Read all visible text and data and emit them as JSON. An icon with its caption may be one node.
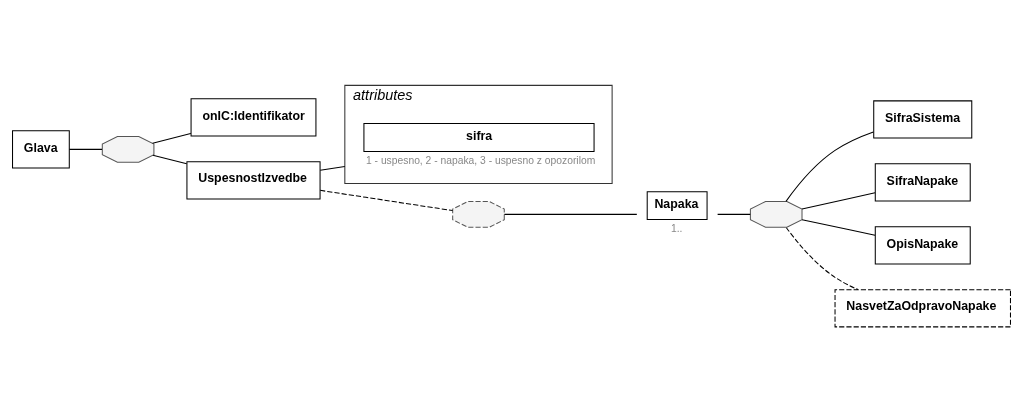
{
  "diagram": {
    "nodes": [
      {
        "text": [
          "Glava"
        ]
      },
      {
        "text": [],
        "shape": "octagon"
      },
      {
        "text": [
          "onIC:Identifikator"
        ]
      },
      {
        "text": [
          "UspesnostIzvedbe"
        ]
      },
      {
        "text": [
          "attributes"
        ]
      },
      {
        "text": [
          "sifra"
        ],
        "in": 4,
        "beside": [
          "1 - uspesno, 2 - napaka, 3 - uspesno z opozorilom"
        ]
      },
      {
        "text": [],
        "shape": "octagon"
      },
      {
        "text": [
          "Napaka"
        ],
        "beside": [
          "1.."
        ]
      },
      {
        "text": [],
        "shape": "octagon"
      },
      {
        "text": [
          "SifraSistema"
        ]
      },
      {
        "text": [
          "SifraNapake"
        ]
      },
      {
        "text": [
          "OpisNapake"
        ]
      },
      {
        "text": [
          "NasvetZaOdpravoNapake"
        ]
      }
    ],
    "edges": [
      {
        "from": 0,
        "to": 1,
        "arrow": "none"
      },
      {
        "from": 1,
        "to": 2,
        "arrow": "none"
      },
      {
        "from": 1,
        "to": 3,
        "arrow": "none"
      },
      {
        "from": 3,
        "to": 4,
        "arrow": "none"
      },
      {
        "from": 3,
        "to": 6,
        "arrow": "none",
        "style": "dashed"
      },
      {
        "from": 6,
        "to": 7,
        "arrow": "none"
      },
      {
        "from": 7,
        "to": 8,
        "arrow": "none"
      },
      {
        "from": 8,
        "to": 9,
        "arrow": "none"
      },
      {
        "from": 8,
        "to": 10,
        "arrow": "none"
      },
      {
        "from": 8,
        "to": 11,
        "arrow": "none"
      },
      {
        "from": 8,
        "to": 12,
        "arrow": "none",
        "style": "dashed"
      }
    ]
  }
}
